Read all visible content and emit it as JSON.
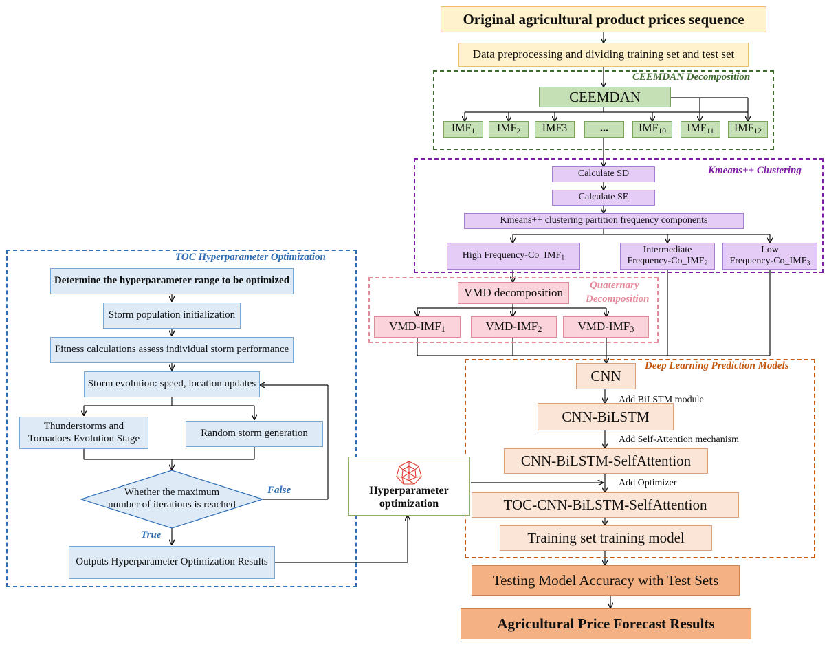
{
  "colors": {
    "yellow": "#fff2cc",
    "green": "#c5e0b4",
    "purple": "#e4ccf6",
    "pink": "#fad4da",
    "peach": "#fbe5d6",
    "orange": "#f4b183",
    "blue": "#deebf7",
    "frame_green": "#3f6a2e",
    "frame_purple": "#7d1fa6",
    "frame_pink": "#e58a9a",
    "frame_orange": "#c55a11",
    "frame_blue": "#2f6db5",
    "title_green": "#3f6a2e",
    "title_purple": "#7d1fa6",
    "title_pink": "#e58a9a",
    "title_orange": "#c55a11",
    "title_blue": "#2f6db5"
  },
  "main": {
    "original": "Original agricultural product prices sequence",
    "preprocess": "Data preprocessing and dividing training set and test set",
    "testing": "Testing Model Accuracy with Test Sets",
    "forecast": "Agricultural Price Forecast Results"
  },
  "ceemdan": {
    "frame_title": "CEEMDAN Decomposition",
    "box": "CEEMDAN",
    "imfs": [
      {
        "base": "IMF",
        "sub": "1"
      },
      {
        "base": "IMF",
        "sub": "2"
      },
      {
        "base": "IMF3",
        "sub": ""
      },
      {
        "base": "...",
        "sub": ""
      },
      {
        "base": "IMF",
        "sub": "10"
      },
      {
        "base": "IMF",
        "sub": "11"
      },
      {
        "base": "IMF",
        "sub": "12"
      }
    ]
  },
  "kmeans": {
    "frame_title": "Kmeans++  Clustering",
    "sd": "Calculate SD",
    "se": "Calculate SE",
    "partition": "Kmeans++ clustering partition frequency components",
    "high": {
      "text": "High Frequency-Co_IMF",
      "sub": "1"
    },
    "inter_line1": "Intermediate",
    "inter_line2": "Frequency-Co_IMF",
    "inter_sub": "2",
    "low_line1": "Low",
    "low_line2": "Frequency-Co_IMF",
    "low_sub": "3"
  },
  "quaternary": {
    "frame_title_line1": "Quaternary",
    "frame_title_line2": "Decomposition",
    "vmd": "VMD decomposition",
    "imfs": [
      {
        "base": "VMD-IMF",
        "sub": "1"
      },
      {
        "base": "VMD-IMF",
        "sub": "2"
      },
      {
        "base": "VMD-IMF",
        "sub": "3"
      }
    ]
  },
  "deep": {
    "frame_title": "Deep Learning Prediction Models",
    "cnn": "CNN",
    "add_bilstm": "Add BiLSTM module",
    "cnn_bilstm": "CNN-BiLSTM",
    "add_attention": "Add Self-Attention mechanism",
    "cnn_bilstm_sa": "CNN-BiLSTM-SelfAttention",
    "add_optimizer": "Add Optimizer",
    "toc_model": "TOC-CNN-BiLSTM-SelfAttention",
    "training": "Training set training model"
  },
  "hyper": {
    "line1": "Hyperparameter",
    "line2": "optimization",
    "icon": "network-polyhedron-icon"
  },
  "toc": {
    "frame_title": "TOC Hyperparameter Optimization",
    "determine": "Determine the hyperparameter range to be optimized",
    "init": "Storm population initialization",
    "fitness": "Fitness calculations assess individual storm performance",
    "evolution": "Storm evolution: speed, location updates",
    "thunder_line1": "Thunderstorms and",
    "thunder_line2": "Tornadoes Evolution Stage",
    "random": "Random storm generation",
    "decision_line1": "Whether the maximum",
    "decision_line2": "number of iterations is reached",
    "false_label": "False",
    "true_label": "True",
    "outputs": "Outputs Hyperparameter Optimization Results"
  }
}
